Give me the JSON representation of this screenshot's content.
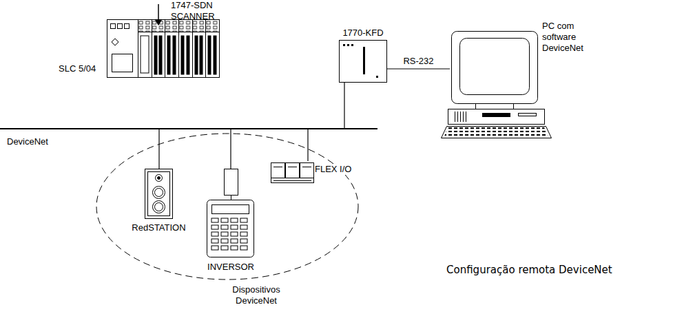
{
  "diagram": {
    "caption": "Configuração remota DeviceNet",
    "nodes": [
      {
        "text": [
          "1747-SDN SCANNER",
          "SLC 5/04"
        ]
      },
      {
        "text": [
          "1770-KFD"
        ]
      },
      {
        "text": [
          "PC com software DeviceNet"
        ]
      },
      {
        "text": [
          "DeviceNet"
        ]
      },
      {
        "text": [
          "Dispositivos DeviceNet"
        ]
      },
      {
        "text": [
          "RedSTATION"
        ],
        "in": 4
      },
      {
        "text": [
          "INVERSOR"
        ],
        "in": 4
      },
      {
        "text": [
          "FLEX I/O"
        ],
        "in": 4
      }
    ],
    "edges": [
      {
        "from": 3,
        "to": 1,
        "arrow": "none"
      },
      {
        "from": 3,
        "to": 5,
        "arrow": "none"
      },
      {
        "from": 3,
        "to": 6,
        "arrow": "none"
      },
      {
        "from": 3,
        "to": 7,
        "arrow": "none"
      },
      {
        "from": 1,
        "to": 2,
        "label": "RS-232",
        "arrow": "none"
      }
    ]
  }
}
